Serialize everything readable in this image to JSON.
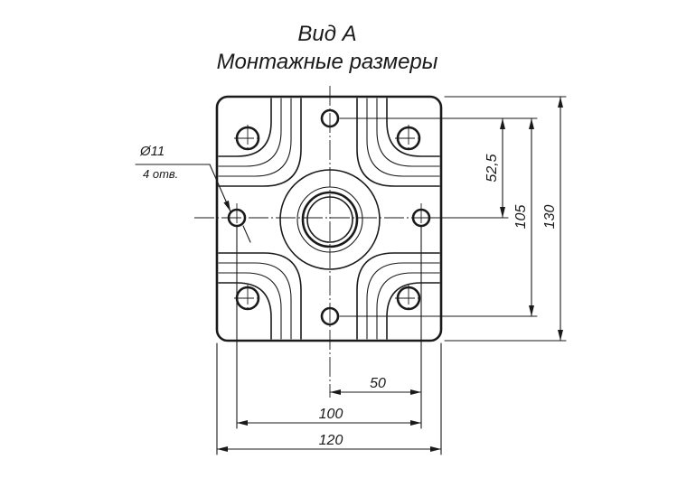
{
  "title": {
    "line1": "Вид А",
    "line2": "Монтажные размеры"
  },
  "hole_callout": {
    "diameter": "Ø11",
    "count": "4 отв."
  },
  "dimensions": {
    "d50": "50",
    "d100": "100",
    "d120": "120",
    "d52_5": "52,5",
    "d105": "105",
    "d130": "130"
  }
}
